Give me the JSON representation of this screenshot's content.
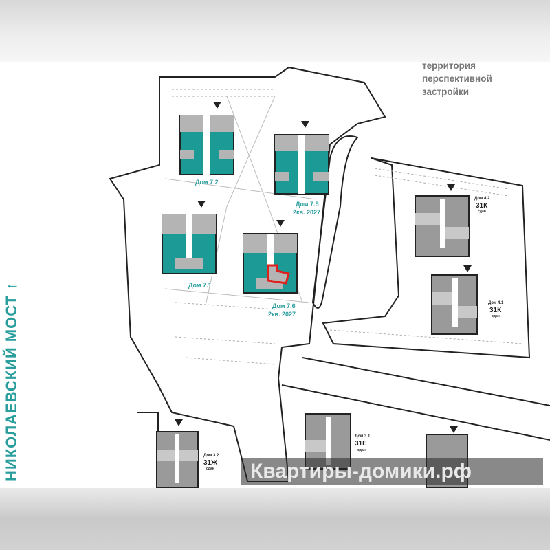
{
  "side_label": "НИКОЛАЕВСКИЙ МОСТ",
  "side_arrow": "↑",
  "territory_label": [
    "территория",
    "перспективной",
    "застройки"
  ],
  "buildings": [
    {
      "name": "Дом 7.2",
      "sub": ""
    },
    {
      "name": "Дом 7.5",
      "sub": "2кв. 2027"
    },
    {
      "name": "Дом 7.1",
      "sub": ""
    },
    {
      "name": "Дом 7.6",
      "sub": "2кв. 2027"
    },
    {
      "name": "Дом 4.2",
      "code": "31К",
      "status": "сдан"
    },
    {
      "name": "Дом 4.1",
      "code": "31К",
      "status": "сдан"
    },
    {
      "name": "Дом 3.2",
      "code": "31Ж",
      "status": "сдан"
    },
    {
      "name": "Дом 3.1",
      "code": "31Е",
      "status": "сдан"
    }
  ],
  "watermark": "Квартиры-домики.рф",
  "colors": {
    "teal": "#1b9a96",
    "label": "#2a9d9d",
    "highlight": "#e0201c",
    "gray": "#b4b4b4",
    "dark": "#8a8a8a"
  }
}
